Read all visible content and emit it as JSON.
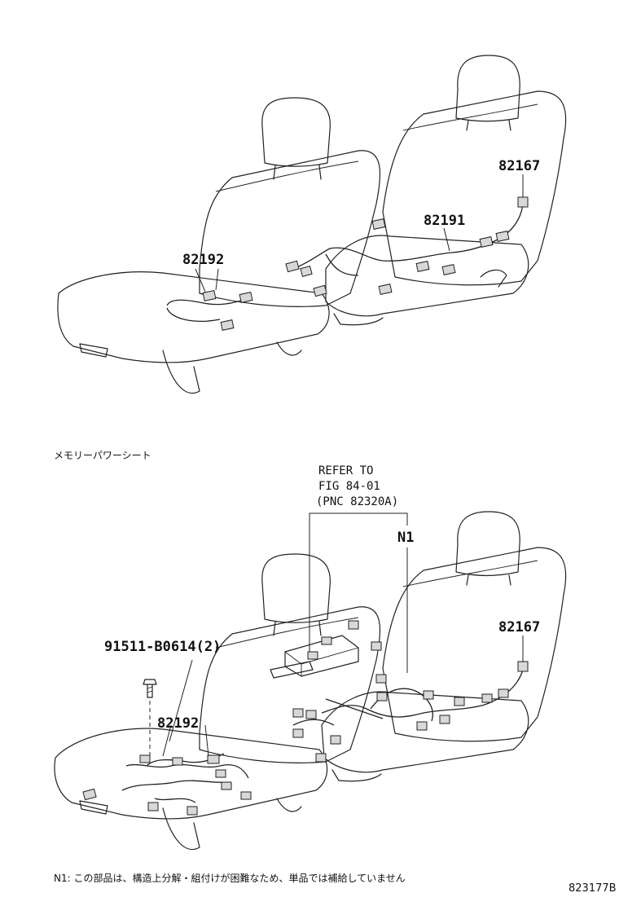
{
  "diagram": {
    "top_labels": {
      "part_82167": "82167",
      "part_82191": "82191",
      "part_82192": "82192"
    },
    "section_caption": "メモリーパワーシート",
    "bottom_labels": {
      "refer_line1": "REFER TO",
      "refer_line2": "FIG 84-01",
      "refer_line3": "(PNC 82320A)",
      "n1": "N1",
      "part_82167": "82167",
      "bolt": "91511-B0614(2)",
      "part_82192": "82192"
    },
    "footnote": "N1: この部品は、構造上分解・組付けが困難なため、単品では補給していません",
    "figure_code": "823177B",
    "colors": {
      "line": "#222222",
      "connector": "#d8d8d8",
      "background": "#ffffff"
    }
  }
}
